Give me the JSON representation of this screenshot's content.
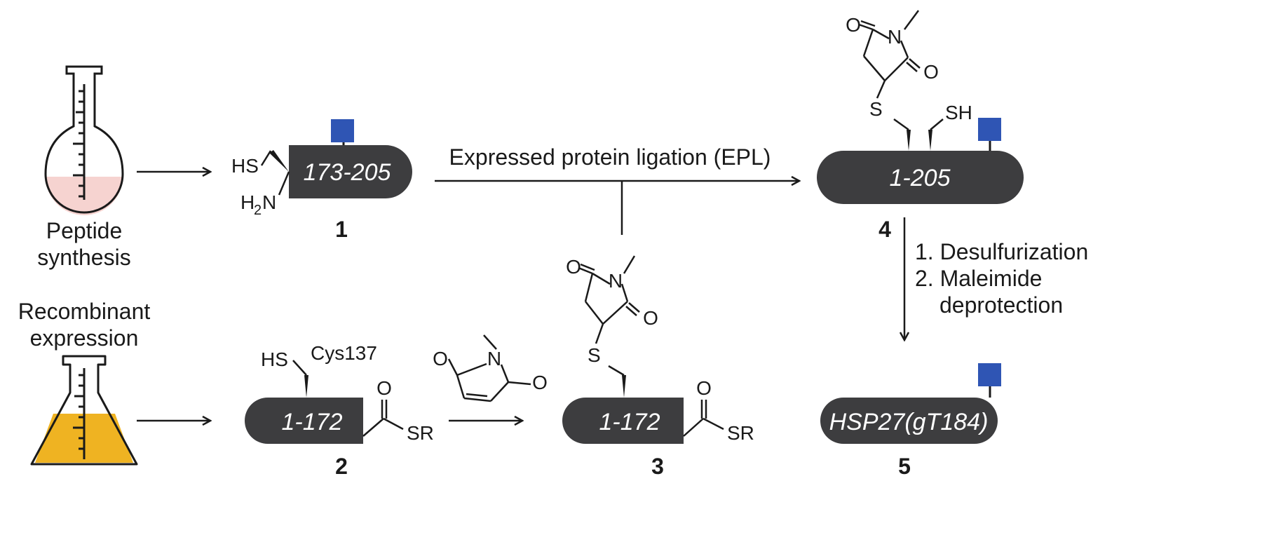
{
  "labels": {
    "peptide_synthesis_line1": "Peptide",
    "peptide_synthesis_line2": "synthesis",
    "recombinant_line1": "Recombinant",
    "recombinant_line2": "expression",
    "epl": "Expressed protein ligation (EPL)",
    "step1": "1. Desulfurization",
    "step2": "2. Maleimide",
    "step2b": "deprotection",
    "cys137": "Cys137"
  },
  "compounds": {
    "c1": "1",
    "c2": "2",
    "c3": "3",
    "c4": "4",
    "c5": "5"
  },
  "pills": {
    "p1": "173-205",
    "p2": "1-172",
    "p3": "1-172",
    "p4": "1-205",
    "p5": "HSP27(gT184)"
  },
  "atoms": {
    "hs": "HS",
    "h2n_h": "H",
    "h2n_2": "2",
    "h2n_n": "N",
    "sh": "SH",
    "s": "S",
    "o": "O",
    "n": "N",
    "sr": "SR"
  },
  "colors": {
    "pill": "#3d3d3f",
    "glycan": "#2f55b4",
    "flask_pink": "#f6d3d0",
    "flask_orange": "#efb322"
  }
}
